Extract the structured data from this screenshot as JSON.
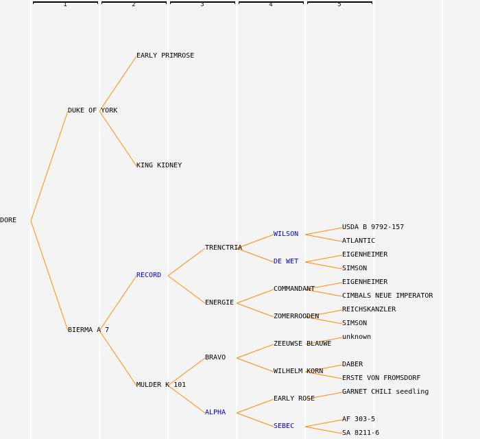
{
  "colors": {
    "line": "#ff8c00",
    "link_text": "#0000cc",
    "text": "#000000",
    "background": "#f4f4f4"
  },
  "generations": [
    "1",
    "2",
    "3",
    "4",
    "5"
  ],
  "nodes": [
    {
      "id": "dore",
      "label": "DORE",
      "gen": 0,
      "row": 28,
      "link": false
    },
    {
      "id": "duke",
      "label": "DUKE OF YORK",
      "gen": 1,
      "row": 12,
      "parent": "dore",
      "link": false
    },
    {
      "id": "bierma",
      "label": "BIERMA A 7",
      "gen": 1,
      "row": 44,
      "parent": "dore",
      "link": false
    },
    {
      "id": "early_primrose",
      "label": "EARLY PRIMROSE",
      "gen": 2,
      "row": 4,
      "parent": "duke",
      "link": false
    },
    {
      "id": "king_kidney",
      "label": "KING KIDNEY",
      "gen": 2,
      "row": 20,
      "parent": "duke",
      "link": false
    },
    {
      "id": "record",
      "label": "RECORD",
      "gen": 2,
      "row": 36,
      "parent": "bierma",
      "link": true
    },
    {
      "id": "mulder",
      "label": "MULDER K 101",
      "gen": 2,
      "row": 52,
      "parent": "bierma",
      "link": false
    },
    {
      "id": "trenctria",
      "label": "TRENCTRIA",
      "gen": 3,
      "row": 32,
      "parent": "record",
      "link": false
    },
    {
      "id": "energie",
      "label": "ENERGIE",
      "gen": 3,
      "row": 40,
      "parent": "record",
      "link": false
    },
    {
      "id": "bravo",
      "label": "BRAVO",
      "gen": 3,
      "row": 48,
      "parent": "mulder",
      "link": false
    },
    {
      "id": "alpha",
      "label": "ALPHA",
      "gen": 3,
      "row": 56,
      "parent": "mulder",
      "link": true
    },
    {
      "id": "wilson",
      "label": "WILSON",
      "gen": 4,
      "row": 30,
      "parent": "trenctria",
      "link": true
    },
    {
      "id": "de_wet",
      "label": "DE WET",
      "gen": 4,
      "row": 34,
      "parent": "trenctria",
      "link": true
    },
    {
      "id": "commandant",
      "label": "COMMANDANT",
      "gen": 4,
      "row": 38,
      "parent": "energie",
      "link": false
    },
    {
      "id": "zomerrooden",
      "label": "ZOMERROODEN",
      "gen": 4,
      "row": 42,
      "parent": "energie",
      "link": false
    },
    {
      "id": "zeeuwse",
      "label": "ZEEUWSE BLAUWE",
      "gen": 4,
      "row": 46,
      "parent": "bravo",
      "link": false
    },
    {
      "id": "wilhelm",
      "label": "WILHELM KORN",
      "gen": 4,
      "row": 50,
      "parent": "bravo",
      "link": false
    },
    {
      "id": "early_rose",
      "label": "EARLY ROSE",
      "gen": 4,
      "row": 54,
      "parent": "alpha",
      "link": false
    },
    {
      "id": "sebec",
      "label": "SEBEC",
      "gen": 4,
      "row": 58,
      "parent": "alpha",
      "link": true
    },
    {
      "id": "usda",
      "label": "USDA B 9792-157",
      "gen": 5,
      "row": 29,
      "parent": "wilson",
      "link": false
    },
    {
      "id": "atlantic",
      "label": "ATLANTIC",
      "gen": 5,
      "row": 31,
      "parent": "wilson",
      "link": false
    },
    {
      "id": "eigen1",
      "label": "EIGENHEIMER",
      "gen": 5,
      "row": 33,
      "parent": "de_wet",
      "link": false
    },
    {
      "id": "simson1",
      "label": "SIMSON",
      "gen": 5,
      "row": 35,
      "parent": "de_wet",
      "link": false
    },
    {
      "id": "eigen2",
      "label": "EIGENHEIMER",
      "gen": 5,
      "row": 37,
      "parent": "commandant",
      "link": false
    },
    {
      "id": "cimbals",
      "label": "CIMBALS NEUE IMPERATOR",
      "gen": 5,
      "row": 39,
      "parent": "commandant",
      "link": false
    },
    {
      "id": "reichs",
      "label": "REICHSKANZLER",
      "gen": 5,
      "row": 41,
      "parent": "zomerrooden",
      "link": false
    },
    {
      "id": "simson2",
      "label": "SIMSON",
      "gen": 5,
      "row": 43,
      "parent": "zomerrooden",
      "link": false
    },
    {
      "id": "unknown",
      "label": "unknown",
      "gen": 5,
      "row": 45,
      "parent": "zeeuwse",
      "link": false
    },
    {
      "id": "daber",
      "label": "DABER",
      "gen": 5,
      "row": 49,
      "parent": "wilhelm",
      "link": false
    },
    {
      "id": "erste",
      "label": "ERSTE VON FROMSDORF",
      "gen": 5,
      "row": 51,
      "parent": "wilhelm",
      "link": false
    },
    {
      "id": "garnet",
      "label": "GARNET CHILI seedling",
      "gen": 5,
      "row": 53,
      "parent": "early_rose",
      "link": false
    },
    {
      "id": "af",
      "label": "AF 303-5",
      "gen": 5,
      "row": 57,
      "parent": "sebec",
      "link": false
    },
    {
      "id": "sa",
      "label": "SA 8211-6",
      "gen": 5,
      "row": 59,
      "parent": "sebec",
      "link": false
    }
  ]
}
